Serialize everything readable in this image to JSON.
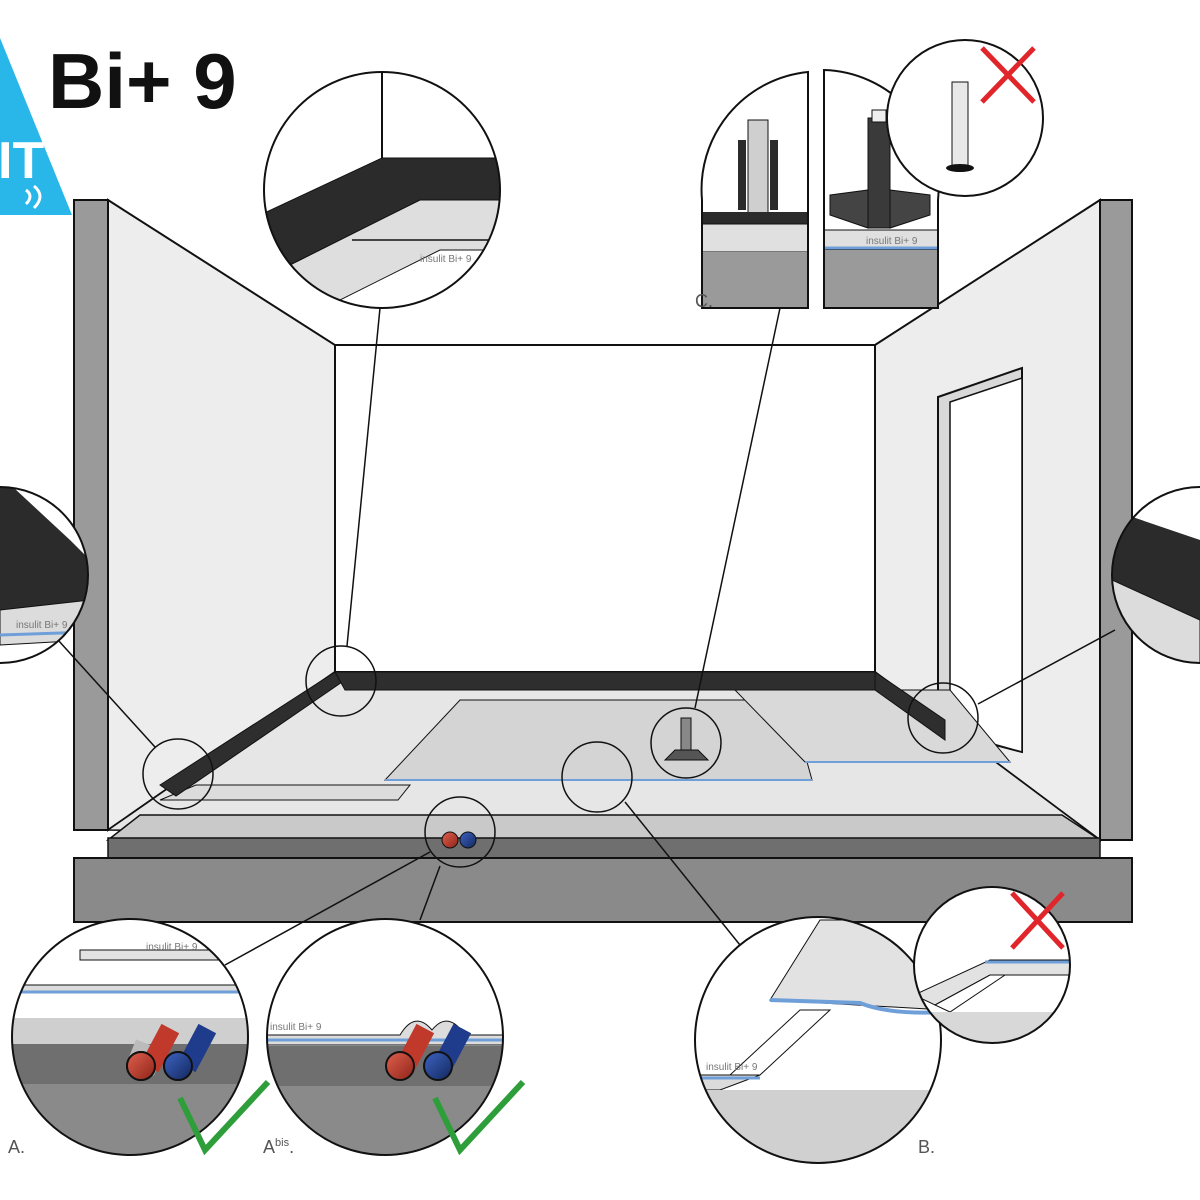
{
  "brand": {
    "logo_text": "IT",
    "product_name": "Bi+ 9",
    "colors": {
      "logo_blue": "#29b6e8",
      "check_green": "#2e9e3a",
      "cross_red": "#e0262b"
    }
  },
  "film_label": "insulit Bi+ 9",
  "detail_labels": {
    "a": "A.",
    "a_bis_base": "A",
    "a_bis_sup": "bis",
    "a_bis_dot": ".",
    "b": "B.",
    "c": "C."
  },
  "icons": {
    "correct": "check-icon",
    "incorrect": "cross-icon"
  },
  "colors": {
    "screed": "#8a8a8a",
    "skirting_tape": "#2e2e2e",
    "board": "#e2e2e2",
    "wall": "#ededed",
    "membrane_blue": "#6f9fd8",
    "pipe_red": "#c0392b",
    "pipe_blue": "#1f3c8c"
  }
}
